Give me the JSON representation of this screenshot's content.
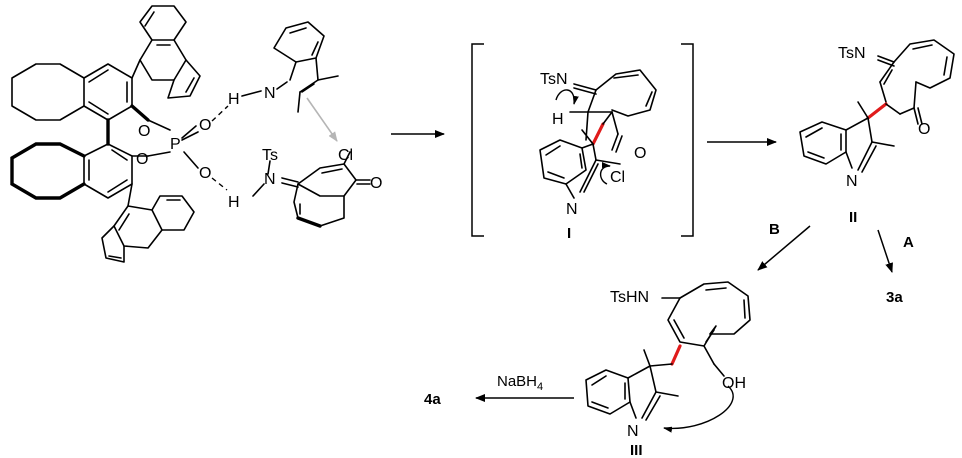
{
  "atoms": {
    "o": "O",
    "p": "P",
    "h": "H",
    "n": "N",
    "ts": "Ts",
    "cl": "Cl",
    "tsn": "TsN",
    "tshn": "TsHN",
    "oh": "OH"
  },
  "labels": {
    "intermediate_1": "I",
    "intermediate_2": "II",
    "intermediate_3": "III",
    "pathway_a": "A",
    "pathway_b": "B",
    "product_3a": "3a",
    "product_4a": "4a"
  },
  "reagents": {
    "reductant_main": "NaBH",
    "reductant_sub": "4"
  },
  "colors": {
    "bond": "#000000",
    "new_bond": "#e01b1b",
    "attack_arrow": "#b5b5b5"
  }
}
